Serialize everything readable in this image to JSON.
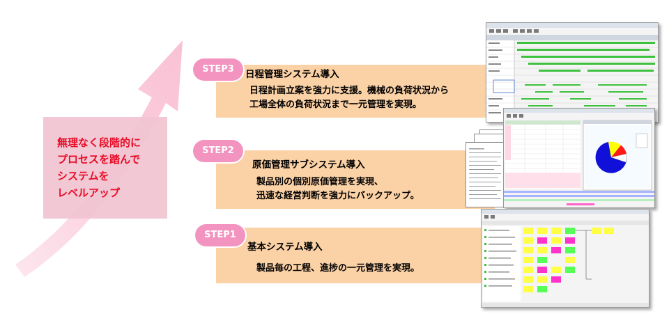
{
  "message": {
    "lines": [
      "無理なく段階的に",
      "プロセスを踏んで",
      "システムを",
      "レベルアップ"
    ]
  },
  "steps": [
    {
      "badge": "STEP3",
      "title": "日程管理システム導入",
      "desc": [
        "日程計画立案を強力に支援。機械の負荷状況から",
        "工場全体の負荷状況まで一元管理を実現。"
      ]
    },
    {
      "badge": "STEP2",
      "title": "原価管理サブシステム導入",
      "desc": [
        "製品別の個別原価管理を実現、",
        "迅速な経営判断を強力にバックアップ。"
      ]
    },
    {
      "badge": "STEP1",
      "title": "基本システム導入",
      "desc": [
        "製品毎の工程、進捗の一元管理を実現。"
      ]
    }
  ],
  "colors": {
    "arrow": "#fbd3e0",
    "message_text": "#e8001d",
    "band": "#fbd1a6",
    "badge": "#f393c0",
    "gantt_green": "#3ec13e",
    "pie_blue": "#1010d8",
    "pie_yellow": "#ffff00",
    "pie_red": "#ff1a1a"
  }
}
